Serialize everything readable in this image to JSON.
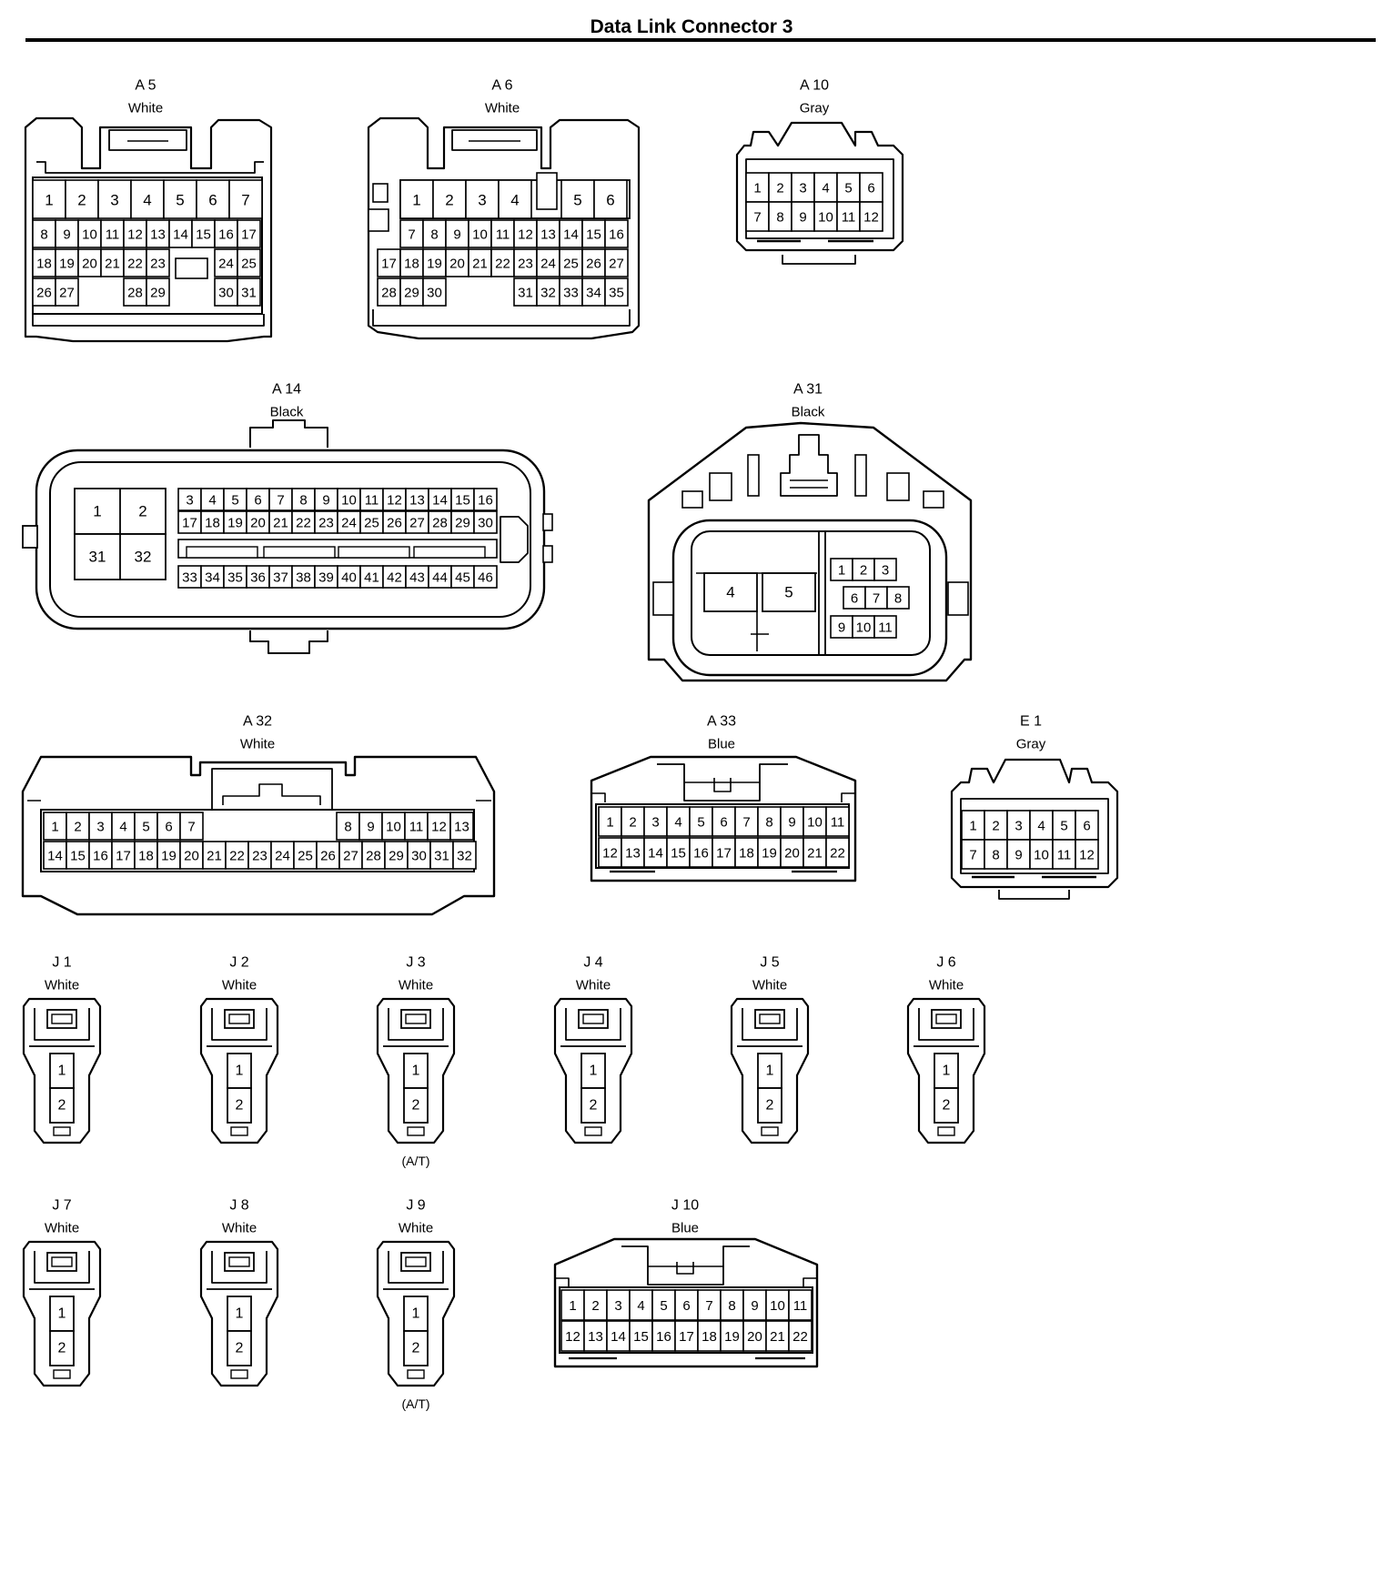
{
  "title": "Data Link Connector 3",
  "at_note": "(A/T)",
  "connectors": [
    {
      "id": "A5",
      "label": "A 5",
      "color": "White"
    },
    {
      "id": "A6",
      "label": "A 6",
      "color": "White"
    },
    {
      "id": "A10",
      "label": "A 10",
      "color": "Gray"
    },
    {
      "id": "A14",
      "label": "A 14",
      "color": "Black"
    },
    {
      "id": "A31",
      "label": "A 31",
      "color": "Black"
    },
    {
      "id": "A32",
      "label": "A 32",
      "color": "White"
    },
    {
      "id": "A33",
      "label": "A 33",
      "color": "Blue"
    },
    {
      "id": "E1",
      "label": "E 1",
      "color": "Gray"
    },
    {
      "id": "J1",
      "label": "J 1",
      "color": "White"
    },
    {
      "id": "J2",
      "label": "J 2",
      "color": "White"
    },
    {
      "id": "J3",
      "label": "J 3",
      "color": "White",
      "note": "(A/T)"
    },
    {
      "id": "J4",
      "label": "J 4",
      "color": "White"
    },
    {
      "id": "J5",
      "label": "J 5",
      "color": "White"
    },
    {
      "id": "J6",
      "label": "J 6",
      "color": "White"
    },
    {
      "id": "J7",
      "label": "J 7",
      "color": "White"
    },
    {
      "id": "J8",
      "label": "J 8",
      "color": "White"
    },
    {
      "id": "J9",
      "label": "J 9",
      "color": "White",
      "note": "(A/T)"
    },
    {
      "id": "J10",
      "label": "J 10",
      "color": "Blue"
    }
  ]
}
